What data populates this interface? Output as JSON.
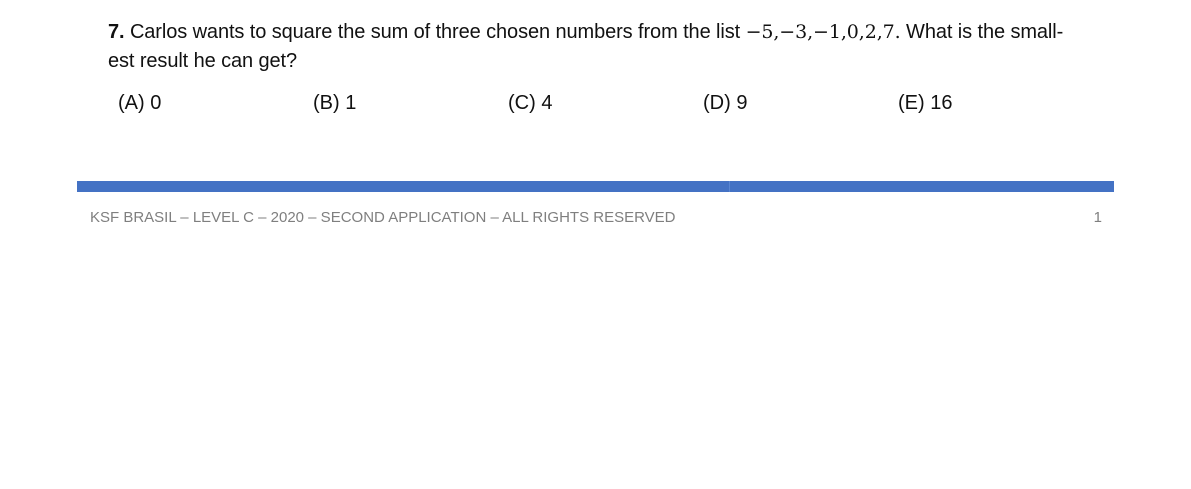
{
  "question": {
    "number": "7.",
    "text_before_list": " Carlos wants to square the sum of three chosen numbers from the list ",
    "number_list": "−5,−3,−1,0,2,7.",
    "text_after_list": "  What is the small-",
    "text_line2": "est result he can get?"
  },
  "choices": [
    {
      "label": "(A) 0"
    },
    {
      "label": "(B) 1"
    },
    {
      "label": "(C) 4"
    },
    {
      "label": "(D) 9"
    },
    {
      "label": "(E) 16"
    }
  ],
  "footer": {
    "text": "KSF BRASIL – LEVEL C – 2020 – SECOND APPLICATION – ALL RIGHTS RESERVED",
    "page_number": "1",
    "bar_color": "#4472c4"
  }
}
